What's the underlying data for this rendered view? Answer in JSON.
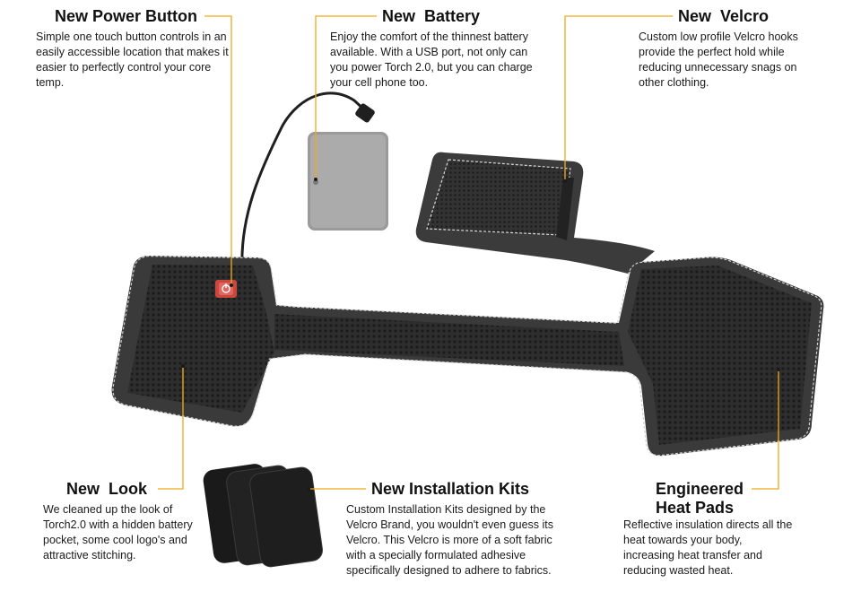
{
  "colors": {
    "leader_line": "#f2a81d",
    "fabric": "#2a2a2a",
    "trim": "#3c3c3c",
    "stitch": "#d9d9d9",
    "battery": "#a3a3a3",
    "power_button": "#d9534f"
  },
  "callouts": {
    "power_button": {
      "title": "New Power Button",
      "body": "Simple one touch button controls in an easily accessible location that makes it easier to perfectly control your core temp."
    },
    "battery": {
      "title": "New  Battery",
      "body": "Enjoy the comfort of the thinnest battery available. With a USB port, not only can you power Torch 2.0, but you can charge your cell phone too."
    },
    "velcro": {
      "title": "New  Velcro",
      "body": "Custom low profile Velcro hooks provide the perfect hold while reducing unnecessary snags on other clothing."
    },
    "look": {
      "title": "New  Look",
      "body": "We cleaned up the look of Torch2.0 with a hidden battery pocket, some cool logo's and attractive stitching."
    },
    "installation_kits": {
      "title": "New Installation Kits",
      "body": "Custom Installation Kits designed by the Velcro Brand, you wouldn't even guess its Velcro.  This Velcro is more of a soft fabric with a specially formulated adhesive specifically designed to adhere to fabrics."
    },
    "heat_pads": {
      "title": "Engineered\nHeat Pads",
      "body": "Reflective insulation directs all the heat towards your body, increasing heat transfer and reducing wasted heat."
    }
  }
}
